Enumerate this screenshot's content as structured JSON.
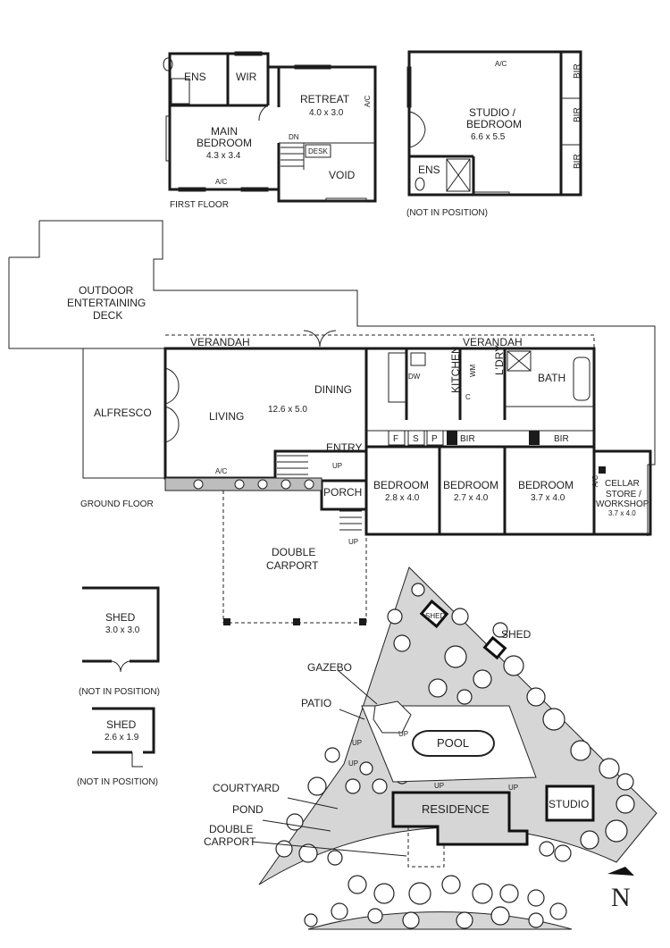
{
  "first_floor": {
    "caption": "FIRST FLOOR",
    "rooms": {
      "ens": "ENS",
      "wir": "WIR",
      "retreat": "RETREAT",
      "retreat_size": "4.0 x 3.0",
      "main_bedroom_1": "MAIN",
      "main_bedroom_2": "BEDROOM",
      "main_bedroom_size": "4.3 x 3.4",
      "void": "VOID",
      "desk": "DESK",
      "dn": "DN",
      "ac": "A/C",
      "ac2": "A/C"
    }
  },
  "studio_plan": {
    "label_1": "STUDIO /",
    "label_2": "BEDROOM",
    "size": "6.6 x 5.5",
    "ens": "ENS",
    "bir": "BIR",
    "ac": "A/C",
    "note": "(NOT IN POSITION)"
  },
  "ground_floor": {
    "caption": "GROUND FLOOR",
    "deck_1": "OUTDOOR",
    "deck_2": "ENTERTAINING",
    "deck_3": "DECK",
    "verandah": "VERANDAH",
    "alfresco": "ALFRESCO",
    "living": "LIVING",
    "dining": "DINING",
    "living_size": "12.6 x 5.0",
    "kitchen": "KITCHEN",
    "dw": "DW",
    "laundry": "L'DRY",
    "wm": "WM",
    "c": "C",
    "bath": "BATH",
    "f": "F",
    "s": "S",
    "p": "P",
    "bir": "BIR",
    "entry": "ENTRY",
    "porch": "PORCH",
    "up": "UP",
    "ac": "A/C",
    "bedroom": "BEDROOM",
    "bed1_size": "2.8 x 4.0",
    "bed2_size": "2.7 x 4.0",
    "bed3_size": "3.7 x 4.0",
    "cellar_1": "CELLAR",
    "cellar_2": "STORE /",
    "cellar_3": "WORKSHOP",
    "cellar_size": "3.7 x 4.0",
    "carport_1": "DOUBLE",
    "carport_2": "CARPORT"
  },
  "sheds": {
    "shed": "SHED",
    "shed1_size": "3.0 x 3.0",
    "shed2_size": "2.6 x 1.9",
    "note": "(NOT IN POSITION)"
  },
  "site_plan": {
    "shed": "SHED",
    "gazebo": "GAZEBO",
    "patio": "PATIO",
    "pool": "POOL",
    "courtyard": "COURTYARD",
    "pond": "POND",
    "carport_1": "DOUBLE",
    "carport_2": "CARPORT",
    "residence": "RESIDENCE",
    "studio": "STUDIO",
    "up": "UP",
    "north": "N"
  }
}
